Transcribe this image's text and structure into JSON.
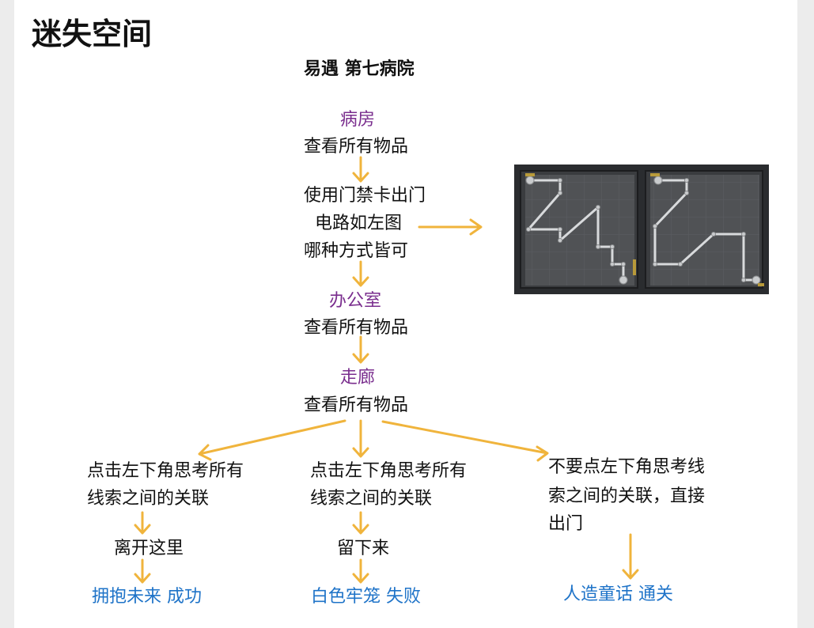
{
  "title": "迷失空间",
  "subtitle": "易遇 第七病院",
  "colors": {
    "arrow": "#F0B43C",
    "location": "#7A2E8E",
    "result": "#1E73C8"
  },
  "flow": {
    "ward": "病房",
    "ward_step": "查看所有物品",
    "door_1": "使用门禁卡出门",
    "door_2": "电路如左图",
    "door_3": "哪种方式皆可",
    "office": "办公室",
    "office_step": "查看所有物品",
    "corridor": "走廊",
    "corridor_step": "查看所有物品"
  },
  "branches": [
    {
      "line1": "点击左下角思考所有",
      "line2": "线索之间的关联",
      "action": "离开这里",
      "result": "拥抱未来 成功"
    },
    {
      "line1": "点击左下角思考所有",
      "line2": "线索之间的关联",
      "action": "留下来",
      "result": "白色牢笼 失败"
    },
    {
      "line1": "不要点左下角思考线",
      "line2": "索之间的关联，直接",
      "line3": "出门",
      "result": "人造童话 通关"
    }
  ],
  "puzzle_image": {
    "icon": "circuit-puzzle-screenshot",
    "panels": 2
  }
}
